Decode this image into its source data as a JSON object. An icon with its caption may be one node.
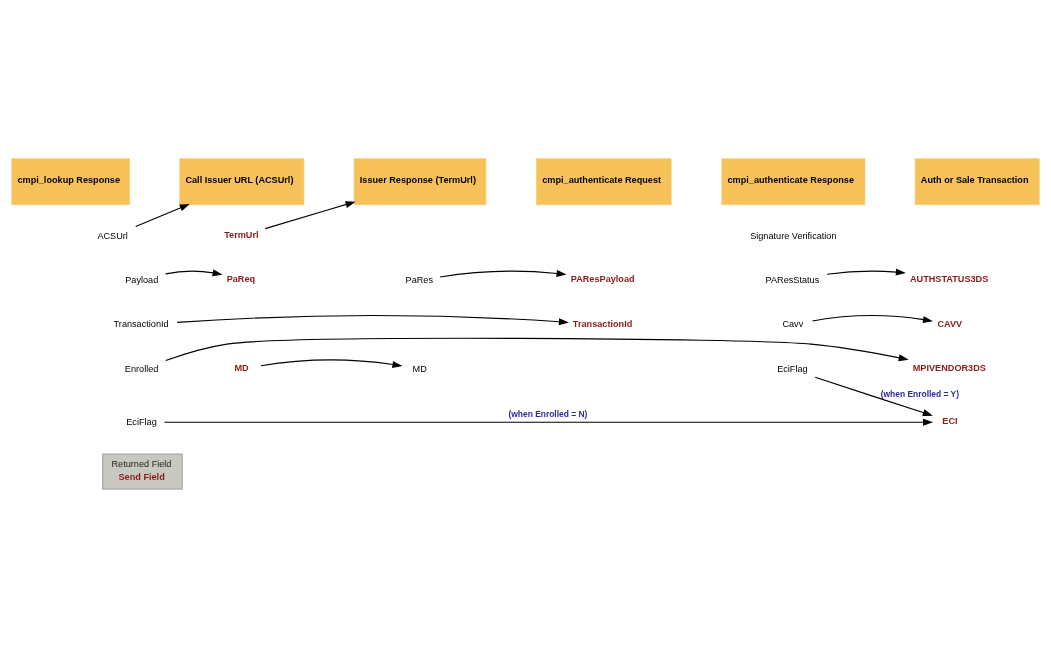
{
  "diagram": {
    "nodes": [
      {
        "text": [
          "cmpi_lookup Response"
        ]
      },
      {
        "text": [
          "Call Issuer URL (ACSUrl)"
        ]
      },
      {
        "text": [
          "Issuer Response (TermUrl)"
        ]
      },
      {
        "text": [
          "cmpi_authenticate Request"
        ]
      },
      {
        "text": [
          "cmpi_authenticate Response"
        ]
      },
      {
        "text": [
          "Auth or Sale Transaction"
        ]
      },
      {
        "text": [
          "ACSUrl"
        ]
      },
      {
        "text": [
          "TermUrl"
        ]
      },
      {
        "text": [
          "Payload"
        ]
      },
      {
        "text": [
          "PaReq"
        ]
      },
      {
        "text": [
          "PaRes"
        ]
      },
      {
        "text": [
          "PAResPayload"
        ]
      },
      {
        "text": [
          "PAResStatus"
        ]
      },
      {
        "text": [
          "AUTHSTATUS3DS"
        ]
      },
      {
        "text": [
          "TransactionId"
        ]
      },
      {
        "text": [
          "TransactionId"
        ]
      },
      {
        "text": [
          "Cavv"
        ]
      },
      {
        "text": [
          "CAVV"
        ]
      },
      {
        "text": [
          "Enrolled"
        ]
      },
      {
        "text": [
          "MPIVENDOR3DS"
        ]
      },
      {
        "text": [
          "EciFlag"
        ]
      },
      {
        "text": [
          "ECI"
        ]
      },
      {
        "text": [
          "EciFlag"
        ]
      },
      {
        "text": [
          "MD"
        ]
      },
      {
        "text": [
          "MD"
        ]
      },
      {
        "text": [
          "Returned Field",
          "Send Field"
        ]
      }
    ],
    "edges": [
      {
        "from": 6,
        "to": 1,
        "arrow": "to"
      },
      {
        "from": 7,
        "to": 2,
        "arrow": "to"
      },
      {
        "from": 8,
        "to": 9,
        "arrow": "to"
      },
      {
        "from": 10,
        "to": 11,
        "arrow": "to"
      },
      {
        "from": 12,
        "to": 13,
        "arrow": "to"
      },
      {
        "from": 14,
        "to": 15,
        "arrow": "to"
      },
      {
        "from": 16,
        "to": 17,
        "arrow": "to"
      },
      {
        "from": 18,
        "to": 19,
        "arrow": "to"
      },
      {
        "from": 20,
        "to": 21,
        "arrow": "to",
        "label": "(when Enrolled = N)"
      },
      {
        "from": 22,
        "to": 21,
        "arrow": "to",
        "label": "(when Enrolled = Y)"
      },
      {
        "from": 23,
        "to": 24,
        "arrow": "to"
      }
    ],
    "labels": [
      "Signature Verification"
    ]
  }
}
